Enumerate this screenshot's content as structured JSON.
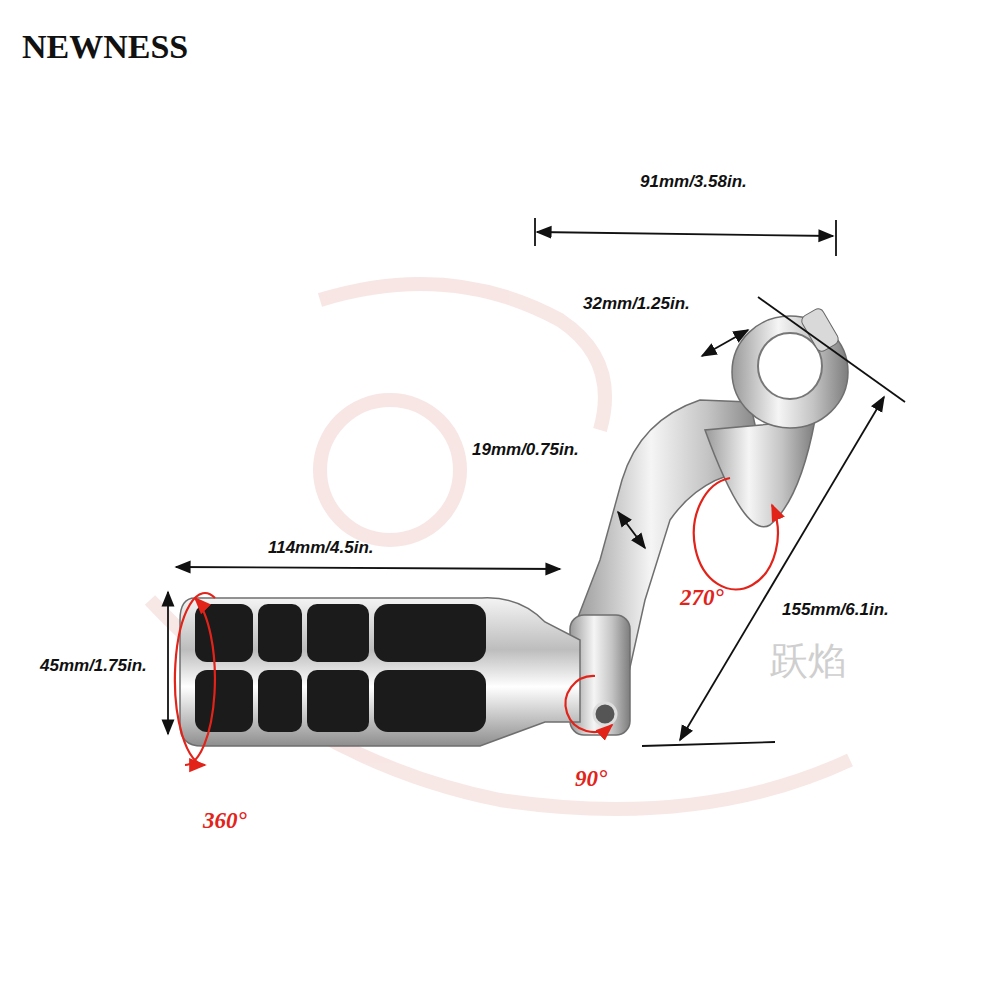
{
  "diagram": {
    "title": "NEWNESS",
    "labels": [
      "91mm/3.58in.",
      "32mm/1.25in.",
      "19mm/0.75in.",
      "270°",
      "114mm/4.5in.",
      "155mm/6.1in.",
      "45mm/1.75in.",
      "90°",
      "360°",
      "跃焰"
    ]
  }
}
